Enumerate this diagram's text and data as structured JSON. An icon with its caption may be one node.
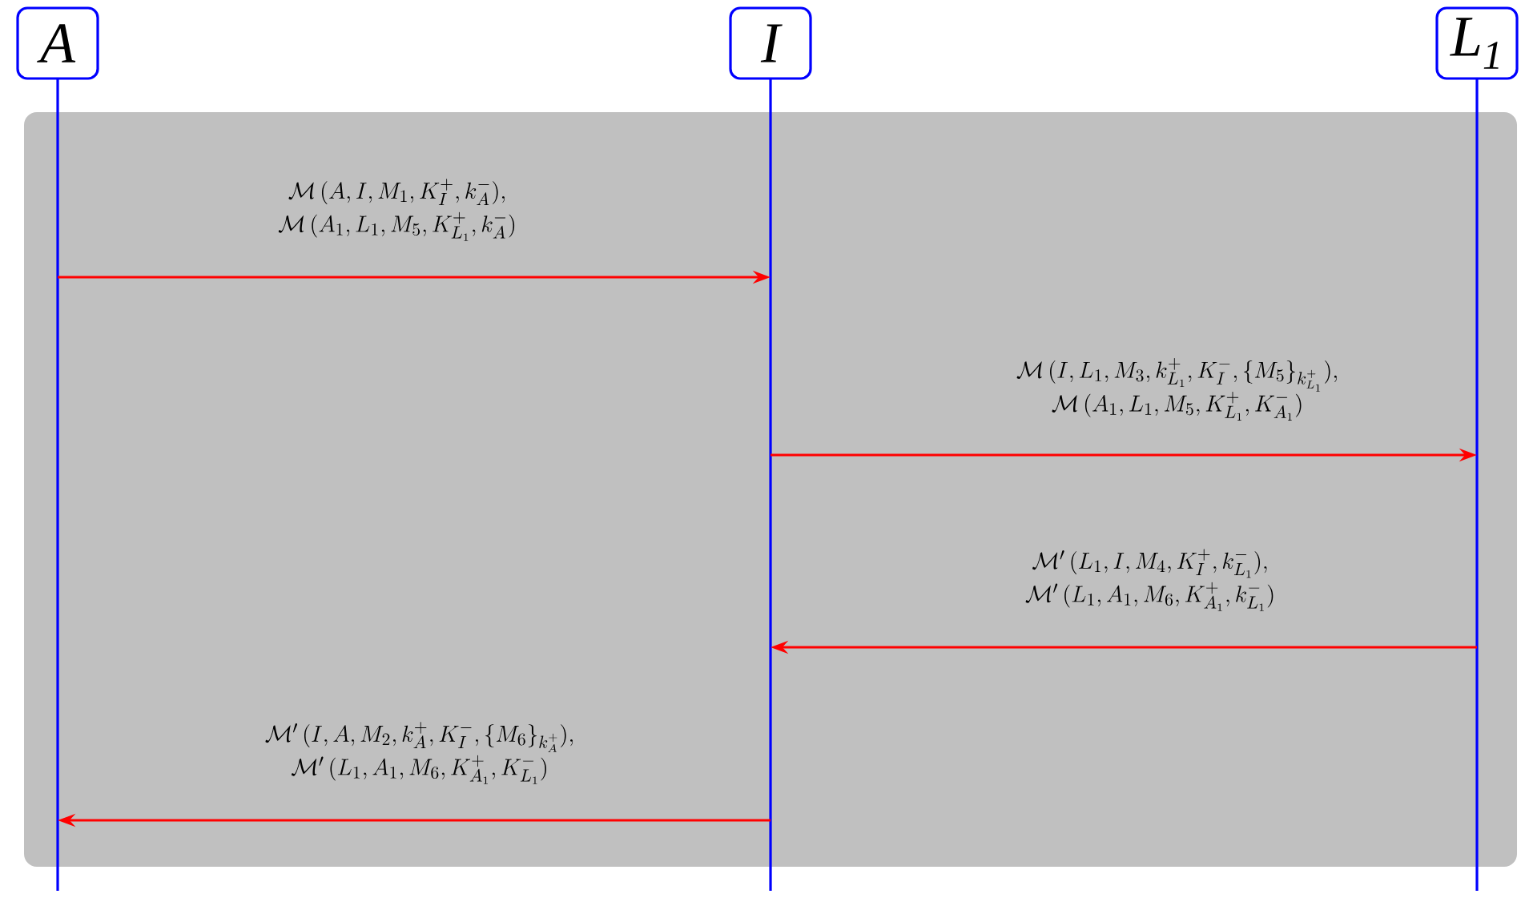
{
  "diagram": {
    "nodes": [
      {
        "text": [
          "A"
        ]
      },
      {
        "text": [
          "I"
        ]
      },
      {
        "text": [
          "L$_{1}$"
        ]
      }
    ],
    "edges": [
      {
        "from": 0,
        "to": 1,
        "arrow": "to",
        "label": "\\begin{array}{c}\\mathcal{M}\\,(A, I, M_1, K^{+}_{I}, k^{-}_{A}),\\\\[4pt] \\mathcal{M}\\,(A_1, L_1, M_5, K^{+}_{L_1}, k^{-}_{A})\\end{array}"
      },
      {
        "from": 1,
        "to": 2,
        "arrow": "to",
        "label": "\\begin{array}{c}\\mathcal{M}\\,(I, L_1, M_3, k^{+}_{L_1}, K^{-}_{I}, \\{M_5\\}_{k^{+}_{L_1}}),\\\\[4pt] \\mathcal{M}\\,(A_1, L_1, M_5, K^{+}_{L_1}, K^{-}_{A_1})\\end{array}"
      },
      {
        "from": 2,
        "to": 1,
        "arrow": "to",
        "label": "\\begin{array}{c}\\mathcal{M}'\\,(L_1, I, M_4, K^{+}_{I}, k^{-}_{L_1}),\\\\[4pt] \\mathcal{M}'\\,(L_1, A_1, M_6, K^{+}_{A_1}, k^{-}_{L_1})\\end{array}"
      },
      {
        "from": 1,
        "to": 0,
        "arrow": "to",
        "label": "\\begin{array}{c}\\mathcal{M}'\\,(I, A, M_2, k^{+}_{A}, K^{-}_{I}, \\{M_6\\}_{k^{+}_{A}}),\\\\[4pt] \\mathcal{M}'\\,(L_1, A_1, M_6, K^{+}_{A_1}, K^{-}_{L_1})\\end{array}"
      }
    ]
  }
}
